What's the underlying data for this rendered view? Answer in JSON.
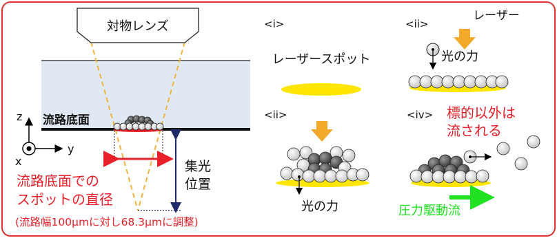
{
  "colors": {
    "frame": "#e03030",
    "channel_fill": "#dfe8f3",
    "laser_yellow": "#ffe600",
    "arrow_orange": "#f3a92a",
    "beam_dash": "#f0b540",
    "red_text": "#e8202a",
    "green": "#22e022",
    "dark_blue": "#1f2a6a"
  },
  "left": {
    "objective_label": "対物レンズ",
    "channel_bottom_label": "流路底面",
    "axis_z": "z",
    "axis_y": "y",
    "axis_x": "x",
    "focus_label_1": "集光",
    "focus_label_2": "位置",
    "diameter_line1": "流路底面での",
    "diameter_line2": "スポットの直径",
    "diameter_line3": "(流路幅100μmに対し68.3μmに調整)"
  },
  "panels": {
    "p1": {
      "tag": "<i>",
      "label": "レーザースポット"
    },
    "p2": {
      "tag": "<ii>",
      "laser_label": "レーザー",
      "force_label": "光の力"
    },
    "p3": {
      "tag": "<ii>",
      "force_label": "光の力"
    },
    "p4": {
      "tag": "<iv>",
      "target_line1": "標的以外は",
      "target_line2": "流される",
      "flow_label": "圧力駆動流"
    }
  }
}
